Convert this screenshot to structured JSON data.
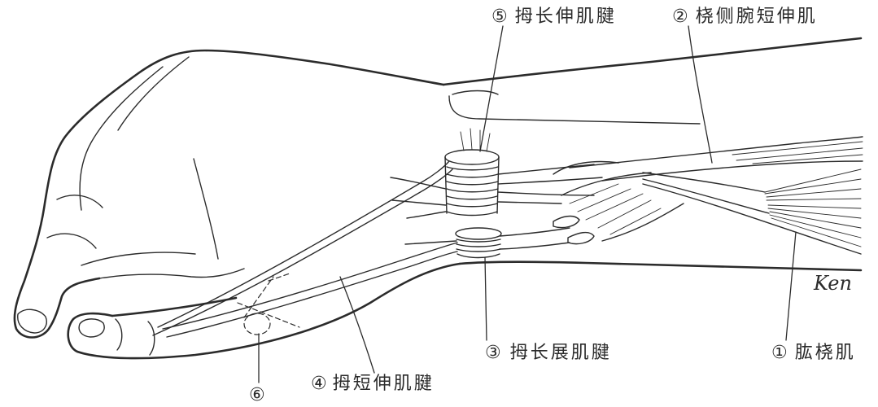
{
  "labels": {
    "epl": {
      "num": "⑤",
      "text": "拇长伸肌腱"
    },
    "ecrb": {
      "num": "②",
      "text": "桡侧腕短伸肌"
    },
    "apl": {
      "num": "③",
      "text": "拇长展肌腱"
    },
    "br": {
      "num": "①",
      "text": "肱桡肌"
    },
    "epb": {
      "num": "④",
      "text": "拇短伸肌腱"
    },
    "marker6": {
      "num": "⑥"
    }
  },
  "signature": "Ken",
  "colors": {
    "ink": "#2b2b2b",
    "background": "#ffffff"
  }
}
